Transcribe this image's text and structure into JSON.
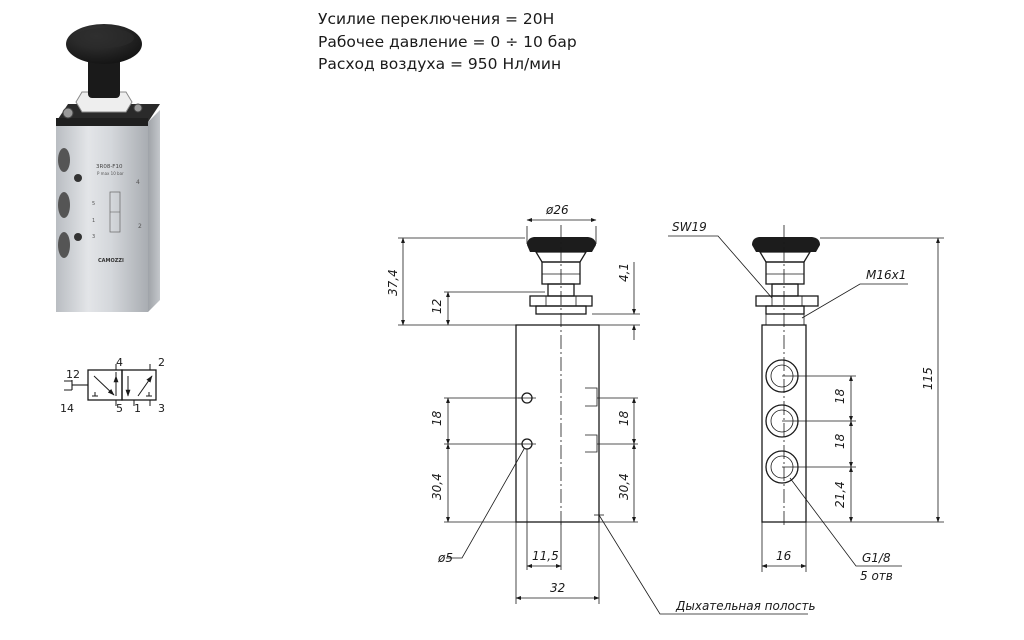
{
  "specs": {
    "switching_force": "Усилие переключения = 20Н",
    "working_pressure": "Рабочее давление = 0 ÷ 10 бар",
    "air_flow": "Расход воздуха = 950 Нл/мин"
  },
  "photo": {
    "model_label": "3R08-F10",
    "rating_label": "P max 10 bar",
    "brand_label": "CAMOZZI",
    "port_labels": [
      "4",
      "2",
      "5",
      "1",
      "3"
    ]
  },
  "symbol": {
    "ports": [
      "12",
      "14",
      "4",
      "2",
      "5",
      "1",
      "3"
    ]
  },
  "front_view": {
    "dim_knob_dia": "ø26",
    "dim_total_top": "37,4",
    "dim_nut": "12",
    "dim_stroke": "4,1",
    "dim_left_pitch": "18",
    "dim_left_bottom": "30,4",
    "dim_right_pitch": "18",
    "dim_right_bottom": "30,4",
    "dim_hole_dia": "ø5",
    "dim_hole_offset": "11,5",
    "dim_width": "32",
    "label_breather": "Дыхательная полость"
  },
  "side_view": {
    "label_wrench": "SW19",
    "label_thread": "M16x1",
    "dim_height": "115",
    "dim_pitch_1": "18",
    "dim_pitch_2": "18",
    "dim_bottom": "21,4",
    "dim_depth": "16",
    "label_port": "G1/8",
    "label_port_count": "5 отв"
  },
  "colors": {
    "ink": "#1a1a1a",
    "knob": "#1c1c1c",
    "body_metal": "#cfd2d6"
  }
}
